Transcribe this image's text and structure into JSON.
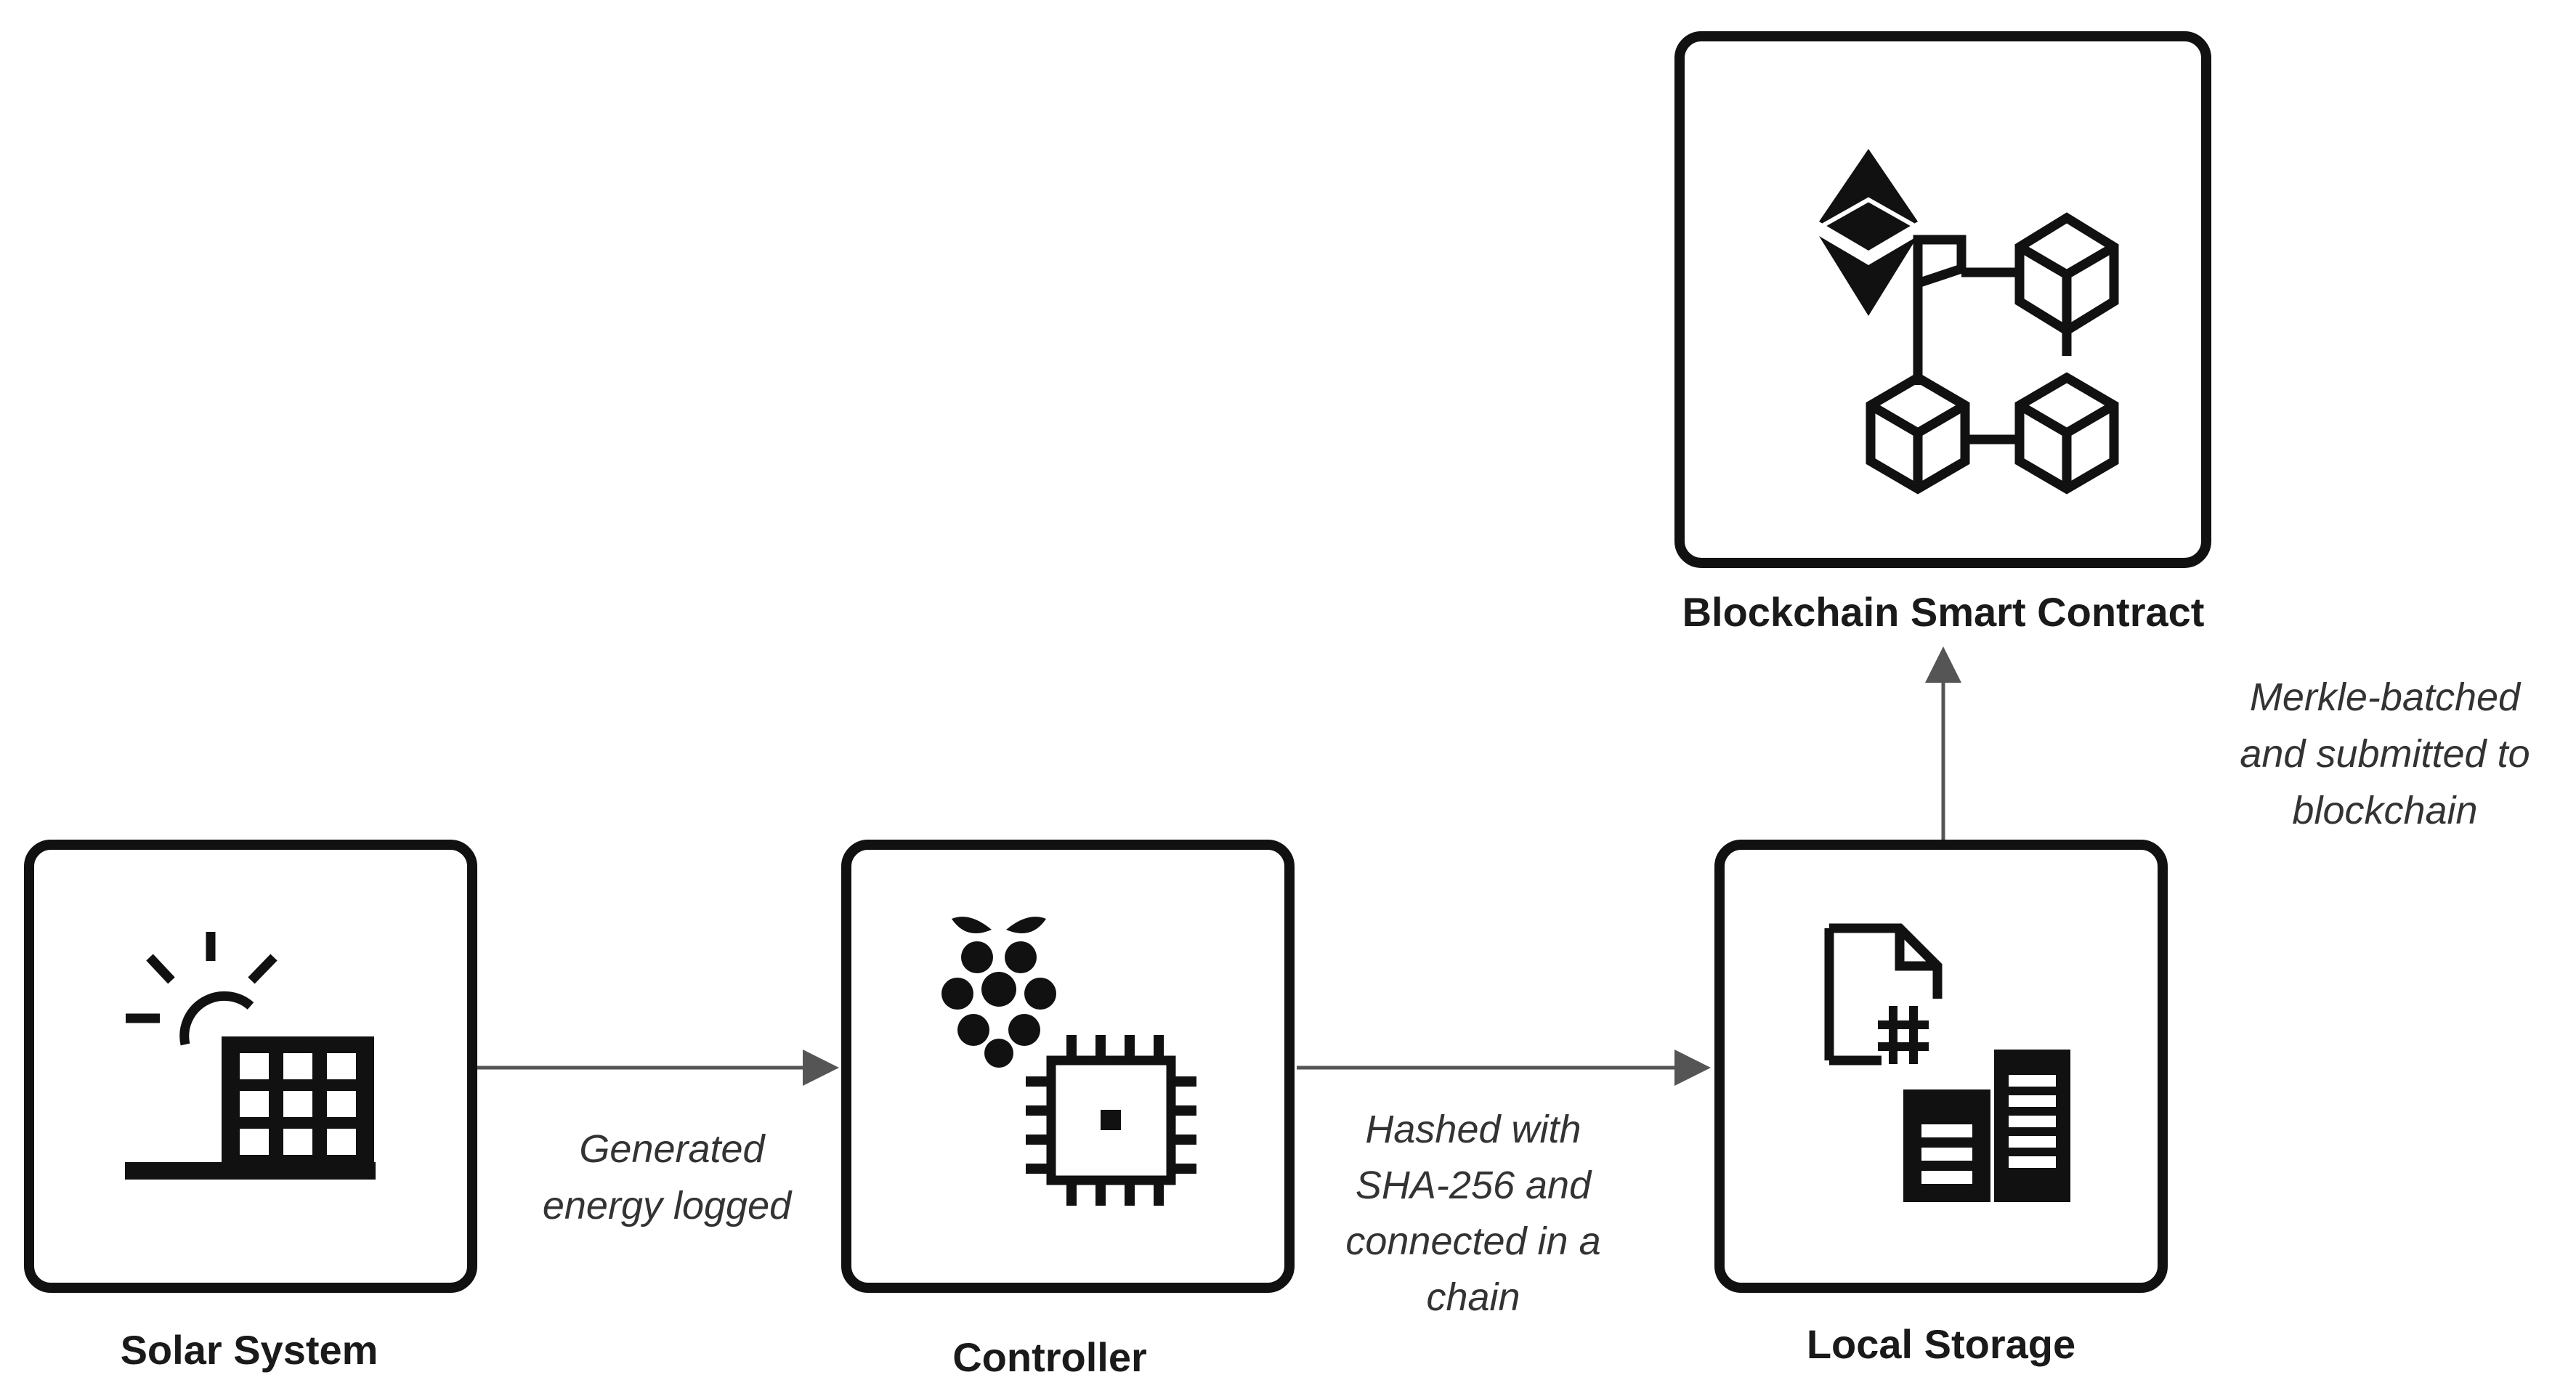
{
  "nodes": {
    "solar": {
      "label": "Solar System",
      "icon": "solar-panel-icon"
    },
    "controller": {
      "label": "Controller",
      "icon": "raspberry-pi-chip-icon"
    },
    "storage": {
      "label": "Local Storage",
      "icon": "hashed-file-storage-icon"
    },
    "blockchain": {
      "label": "Blockchain Smart Contract",
      "icon": "ethereum-blockchain-icon"
    }
  },
  "edges": {
    "solar_to_controller": [
      "Generated",
      "energy logged"
    ],
    "controller_to_storage": [
      "Hashed with",
      "SHA-256 and",
      "connected in a",
      "chain"
    ],
    "storage_to_blockchain": [
      "Merkle-batched",
      "and submitted to",
      "blockchain"
    ]
  },
  "colors": {
    "stroke": "#111111",
    "edge": "#555555",
    "edge_label": "#333333"
  }
}
